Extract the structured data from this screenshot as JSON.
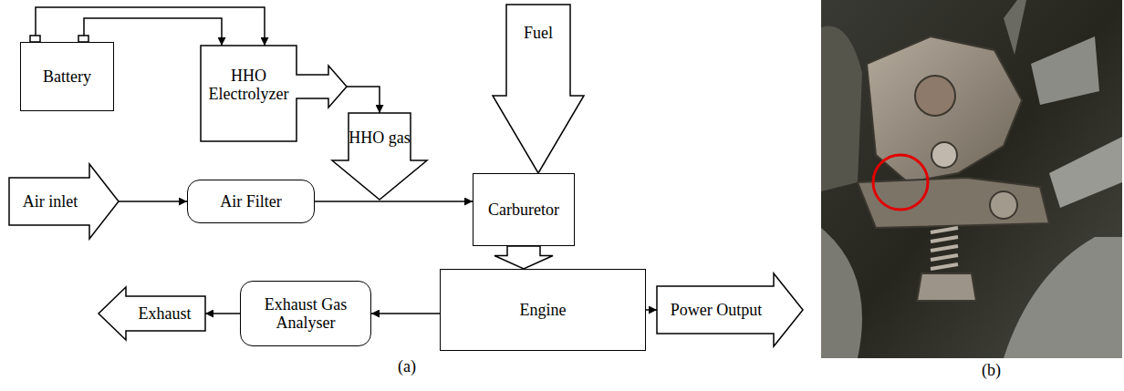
{
  "diagram": {
    "nodes": [
      {
        "text": [
          "Battery"
        ]
      },
      {
        "text": [
          "HHO Electrolyzer"
        ]
      },
      {
        "text": [
          "Fuel"
        ]
      },
      {
        "text": [
          "HHO gas"
        ]
      },
      {
        "text": [
          "Air inlet"
        ]
      },
      {
        "text": [
          "Air Filter"
        ]
      },
      {
        "text": [
          "Carburetor"
        ]
      },
      {
        "text": [
          "Engine"
        ]
      },
      {
        "text": [
          "Exhaust Gas Analyser"
        ]
      },
      {
        "text": [
          "Exhaust"
        ]
      },
      {
        "text": [
          "Power Output"
        ]
      }
    ],
    "edges": [
      {
        "from": 0,
        "to": 1,
        "arrow": "to"
      },
      {
        "from": 0,
        "to": 1,
        "arrow": "to"
      },
      {
        "from": 1,
        "to": 3,
        "arrow": "to"
      },
      {
        "from": 4,
        "to": 5,
        "arrow": "to"
      },
      {
        "from": 5,
        "to": 6,
        "arrow": "to"
      },
      {
        "from": 6,
        "to": 7,
        "arrow": "to"
      },
      {
        "from": 7,
        "to": 8,
        "arrow": "to"
      },
      {
        "from": 8,
        "to": 9,
        "arrow": "to"
      },
      {
        "from": 7,
        "to": 10,
        "arrow": "to"
      }
    ],
    "labels": [
      "(a)",
      "(b)"
    ]
  }
}
